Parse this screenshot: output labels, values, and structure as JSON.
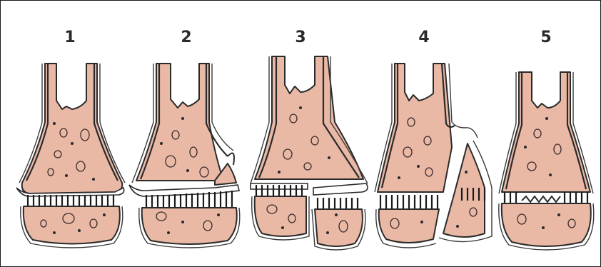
{
  "figure": {
    "labels": [
      "1",
      "2",
      "3",
      "4",
      "5"
    ]
  },
  "colors": {
    "bone_fill": "#e9b9a6",
    "outline": "#2a2a2a",
    "background": "#ffffff",
    "frame": "#1a1a1a"
  },
  "panels": [
    {
      "label": "1",
      "icon": "intact-epiphyseal-separation-icon"
    },
    {
      "label": "2",
      "icon": "metaphyseal-corner-fracture-icon"
    },
    {
      "label": "3",
      "icon": "epiphyseal-split-fracture-icon"
    },
    {
      "label": "4",
      "icon": "oblique-metaphyseal-epiphyseal-fracture-icon"
    },
    {
      "label": "5",
      "icon": "crushed-growth-plate-icon"
    }
  ]
}
